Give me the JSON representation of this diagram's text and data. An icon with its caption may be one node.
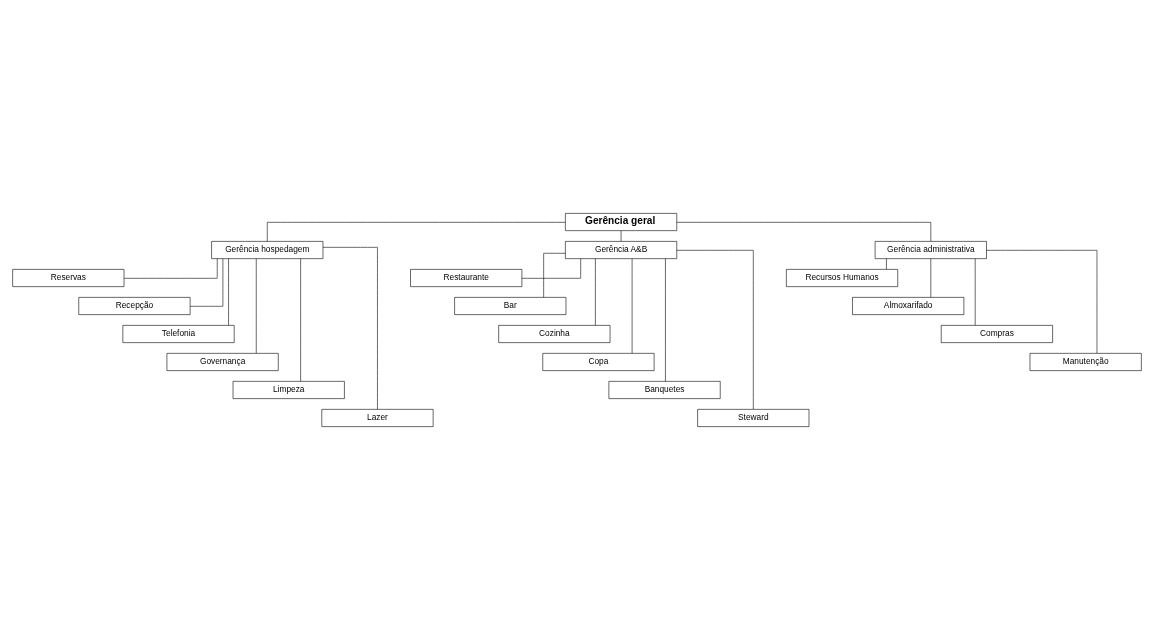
{
  "diagram": {
    "nodes": [
      {
        "text": [
          "Gerência geral"
        ]
      },
      {
        "text": [
          "Gerência hospedagem"
        ]
      },
      {
        "text": [
          "Gerência A&B"
        ]
      },
      {
        "text": [
          "Gerência administrativa"
        ]
      },
      {
        "text": [
          "Reservas"
        ]
      },
      {
        "text": [
          "Recepção"
        ]
      },
      {
        "text": [
          "Telefonia"
        ]
      },
      {
        "text": [
          "Governança"
        ]
      },
      {
        "text": [
          "Limpeza"
        ]
      },
      {
        "text": [
          "Lazer"
        ]
      },
      {
        "text": [
          "Restaurante"
        ]
      },
      {
        "text": [
          "Bar"
        ]
      },
      {
        "text": [
          "Cozinha"
        ]
      },
      {
        "text": [
          "Copa"
        ]
      },
      {
        "text": [
          "Banquetes"
        ]
      },
      {
        "text": [
          "Steward"
        ]
      },
      {
        "text": [
          "Recursos Humanos"
        ]
      },
      {
        "text": [
          "Almoxarifado"
        ]
      },
      {
        "text": [
          "Compras"
        ]
      },
      {
        "text": [
          "Manutenção"
        ]
      }
    ],
    "edges": [
      {
        "from": 0,
        "to": 1,
        "arrow": "none"
      },
      {
        "from": 0,
        "to": 2,
        "arrow": "none"
      },
      {
        "from": 0,
        "to": 3,
        "arrow": "none"
      },
      {
        "from": 1,
        "to": 4,
        "arrow": "none"
      },
      {
        "from": 1,
        "to": 5,
        "arrow": "none"
      },
      {
        "from": 1,
        "to": 6,
        "arrow": "none"
      },
      {
        "from": 1,
        "to": 7,
        "arrow": "none"
      },
      {
        "from": 1,
        "to": 8,
        "arrow": "none"
      },
      {
        "from": 1,
        "to": 9,
        "arrow": "none"
      },
      {
        "from": 2,
        "to": 10,
        "arrow": "none"
      },
      {
        "from": 2,
        "to": 11,
        "arrow": "none"
      },
      {
        "from": 2,
        "to": 12,
        "arrow": "none"
      },
      {
        "from": 2,
        "to": 13,
        "arrow": "none"
      },
      {
        "from": 2,
        "to": 14,
        "arrow": "none"
      },
      {
        "from": 2,
        "to": 15,
        "arrow": "none"
      },
      {
        "from": 3,
        "to": 16,
        "arrow": "none"
      },
      {
        "from": 3,
        "to": 17,
        "arrow": "none"
      },
      {
        "from": 3,
        "to": 18,
        "arrow": "none"
      },
      {
        "from": 3,
        "to": 19,
        "arrow": "none"
      }
    ]
  }
}
